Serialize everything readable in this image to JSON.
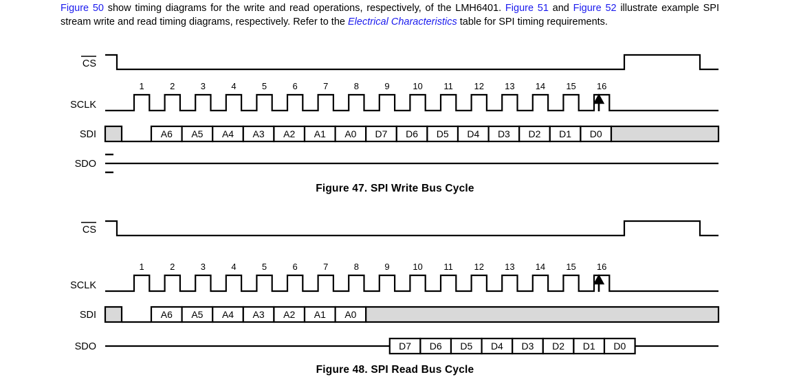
{
  "intro": {
    "segments": [
      {
        "text": "Figure 50",
        "style": "link"
      },
      {
        "text": " show timing diagrams for the write and read operations, respectively, of the LMH6401. ",
        "style": "plain"
      },
      {
        "text": "Figure 51",
        "style": "link"
      },
      {
        "text": " and ",
        "style": "plain"
      },
      {
        "text": "Figure 52",
        "style": "link"
      },
      {
        "text": " illustrate example SPI stream write and read timing diagrams, respectively. Refer to the ",
        "style": "plain"
      },
      {
        "text": "Electrical Characteristics",
        "style": "link-italic"
      },
      {
        "text": " table for SPI timing requirements.",
        "style": "plain"
      }
    ],
    "full_text": "Figure 50 show timing diagrams for the write and read operations, respectively, of the LMH6401. Figure 51 and Figure 52 illustrate example SPI stream write and read timing diagrams, respectively. Refer to the Electrical Characteristics table for SPI timing requirements."
  },
  "colors": {
    "link": "#1a1aee",
    "signal_line": "#000000",
    "cell_fill": "#ffffff",
    "hiz_fill": "#d9d9d9",
    "background": "#ffffff"
  },
  "chart_data": {
    "type": "timing-diagram",
    "figures": [
      {
        "id": "figure-47",
        "caption": "Figure 47.  SPI Write Bus Cycle",
        "caption_number": "Figure 47.",
        "caption_title": "SPI Write Bus Cycle",
        "clock_count": 16,
        "clock_numbers": [
          1,
          2,
          3,
          4,
          5,
          6,
          7,
          8,
          9,
          10,
          11,
          12,
          13,
          14,
          15,
          16
        ],
        "latch_edge_marker": {
          "at_clock": 16,
          "symbol": "up-arrow"
        },
        "signals": [
          {
            "name": "CS",
            "overline": true,
            "type": "logic",
            "description": "active-low chip select; falls before clock 1, rises after clock 16, returns low at end"
          },
          {
            "name": "SCLK",
            "overline": false,
            "type": "clock",
            "description": "16 rising-edge clock pulses"
          },
          {
            "name": "SDI",
            "overline": false,
            "type": "bus",
            "cells": [
              "A6",
              "A5",
              "A4",
              "A3",
              "A2",
              "A1",
              "A0",
              "D7",
              "D6",
              "D5",
              "D4",
              "D3",
              "D2",
              "D1",
              "D0"
            ],
            "leading_hiz": true,
            "trailing_hiz": true
          },
          {
            "name": "SDO",
            "overline": false,
            "type": "static",
            "cells": [],
            "description": "held static (no data driven during write)"
          }
        ]
      },
      {
        "id": "figure-48",
        "caption": "Figure 48.  SPI Read Bus Cycle",
        "caption_number": "Figure 48.",
        "caption_title": "SPI Read Bus Cycle",
        "clock_count": 16,
        "clock_numbers": [
          1,
          2,
          3,
          4,
          5,
          6,
          7,
          8,
          9,
          10,
          11,
          12,
          13,
          14,
          15,
          16
        ],
        "latch_edge_marker": {
          "at_clock": 16,
          "symbol": "up-arrow"
        },
        "signals": [
          {
            "name": "CS",
            "overline": true,
            "type": "logic",
            "description": "active-low chip select; falls before clock 1, rises after clock 16"
          },
          {
            "name": "SCLK",
            "overline": false,
            "type": "clock",
            "description": "16 rising-edge clock pulses"
          },
          {
            "name": "SDI",
            "overline": false,
            "type": "bus",
            "cells": [
              "A6",
              "A5",
              "A4",
              "A3",
              "A2",
              "A1",
              "A0"
            ],
            "leading_hiz": true,
            "trailing_hiz": true
          },
          {
            "name": "SDO",
            "overline": false,
            "type": "bus",
            "cells": [
              "D7",
              "D6",
              "D5",
              "D4",
              "D3",
              "D2",
              "D1",
              "D0"
            ],
            "leading_hiz": false,
            "trailing_hiz": false,
            "starts_at_clock": 9
          }
        ]
      }
    ]
  }
}
